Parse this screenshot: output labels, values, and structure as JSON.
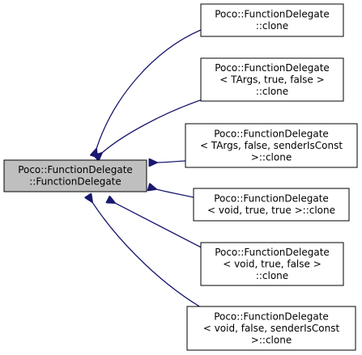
{
  "colors": {
    "edge": "#191970",
    "node_border": "#000000",
    "node_fill": "#ffffff",
    "focus_fill": "#bfbfbf"
  },
  "focus": {
    "lines": [
      "Poco::FunctionDelegate",
      "::FunctionDelegate"
    ]
  },
  "callers": [
    {
      "lines": [
        "Poco::FunctionDelegate",
        "::clone"
      ]
    },
    {
      "lines": [
        "Poco::FunctionDelegate",
        "< TArgs, true, false >",
        "::clone"
      ]
    },
    {
      "lines": [
        "Poco::FunctionDelegate",
        "< TArgs, false, senderIsConst",
        ">::clone"
      ]
    },
    {
      "lines": [
        "Poco::FunctionDelegate",
        "< void, true, true >::clone"
      ]
    },
    {
      "lines": [
        "Poco::FunctionDelegate",
        "< void, true, false >",
        "::clone"
      ]
    },
    {
      "lines": [
        "Poco::FunctionDelegate",
        "< void, false, senderIsConst",
        ">::clone"
      ]
    }
  ]
}
